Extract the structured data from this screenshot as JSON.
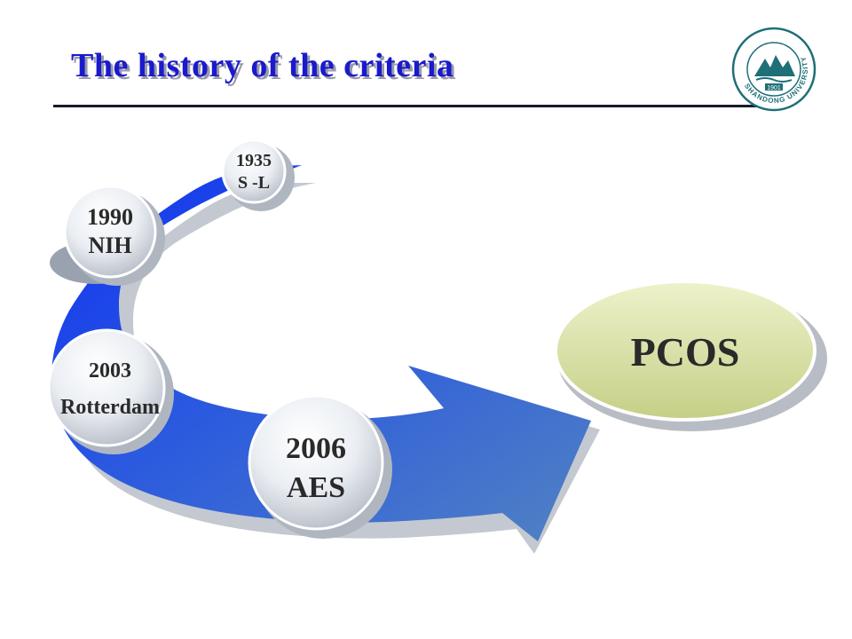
{
  "slide": {
    "title": "The history of the criteria"
  },
  "logo": {
    "year": "1901",
    "ring_text": "SHANDONG UNIVERSITY"
  },
  "milestones": [
    {
      "year": "1935",
      "name": "S -L"
    },
    {
      "year": "1990",
      "name": "NIH"
    },
    {
      "year": "2003",
      "name": "Rotterdam"
    },
    {
      "year": "2006",
      "name": "AES"
    }
  ],
  "target": {
    "label": "PCOS"
  },
  "colors": {
    "title": "#1a1acc",
    "arrow_dark": "#1a3aee",
    "arrow_light": "#4a72c8",
    "target": "#d9e2a4"
  }
}
